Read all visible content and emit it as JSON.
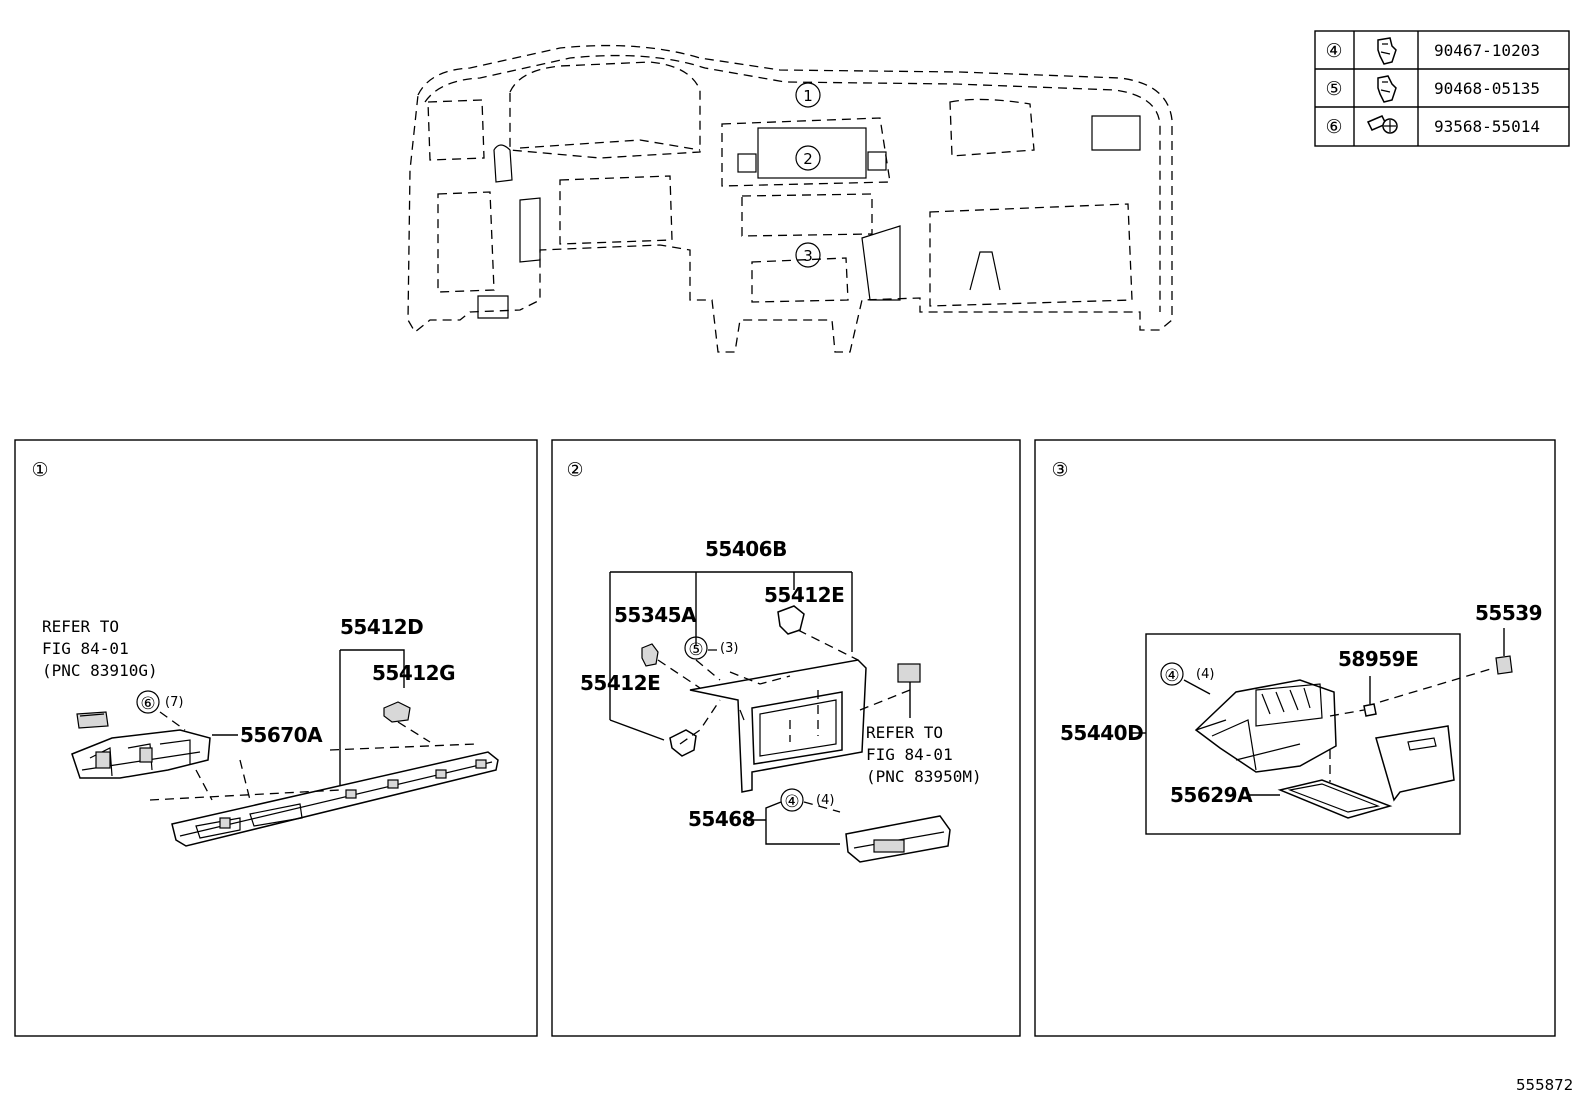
{
  "figure_id": "555872",
  "overview": {
    "callouts": [
      "①",
      "②",
      "③"
    ]
  },
  "legend": {
    "rows": [
      {
        "ref": "④",
        "part_no": "90467-10203",
        "icon": "clip-icon"
      },
      {
        "ref": "⑤",
        "part_no": "90468-05135",
        "icon": "clip-icon"
      },
      {
        "ref": "⑥",
        "part_no": "93568-55014",
        "icon": "screw-icon"
      }
    ]
  },
  "panel1": {
    "number": "①",
    "refer_line1": "REFER TO",
    "refer_line2": "FIG 84-01",
    "refer_line3": "(PNC 83910G)",
    "p1": "55412D",
    "p2": "55412G",
    "p3": "55670A",
    "fastener_ref": "⑥",
    "fastener_qty": "(7)"
  },
  "panel2": {
    "number": "②",
    "p1": "55406B",
    "p2": "55345A",
    "p3": "55412E",
    "p4": "55412E",
    "p5": "55468",
    "clip5_ref": "⑤",
    "clip5_qty": "(3)",
    "clip4_ref": "④",
    "clip4_qty": "(4)",
    "refer_line1": "REFER TO",
    "refer_line2": "FIG 84-01",
    "refer_line3": "(PNC 83950M)"
  },
  "panel3": {
    "number": "③",
    "p1": "55539",
    "p2": "58959E",
    "p3": "55440D",
    "p4": "55629A",
    "clip4_ref": "④",
    "clip4_qty": "(4)"
  }
}
